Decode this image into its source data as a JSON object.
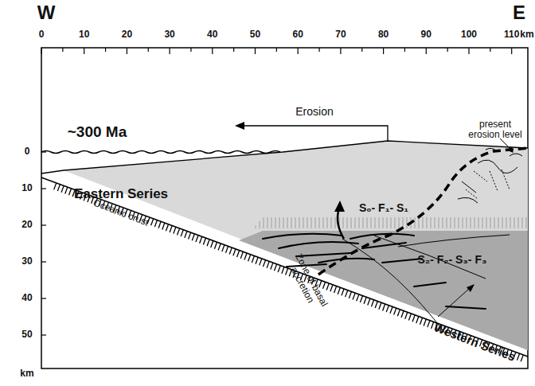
{
  "diagram": {
    "labels": [
      "W",
      "E",
      "0",
      "10",
      "20",
      "30",
      "40",
      "50",
      "60",
      "70",
      "80",
      "90",
      "100",
      "110",
      "km",
      "0",
      "10",
      "20",
      "30",
      "40",
      "50",
      "km",
      "~300 Ma",
      "Erosion",
      "present erosion level",
      "Eastern Series",
      "S₀- F₁- S₁",
      "Oceanic crust",
      "Zone of basal accretion",
      "S₂- F₂- S₃- F₃",
      "Western Series"
    ]
  }
}
